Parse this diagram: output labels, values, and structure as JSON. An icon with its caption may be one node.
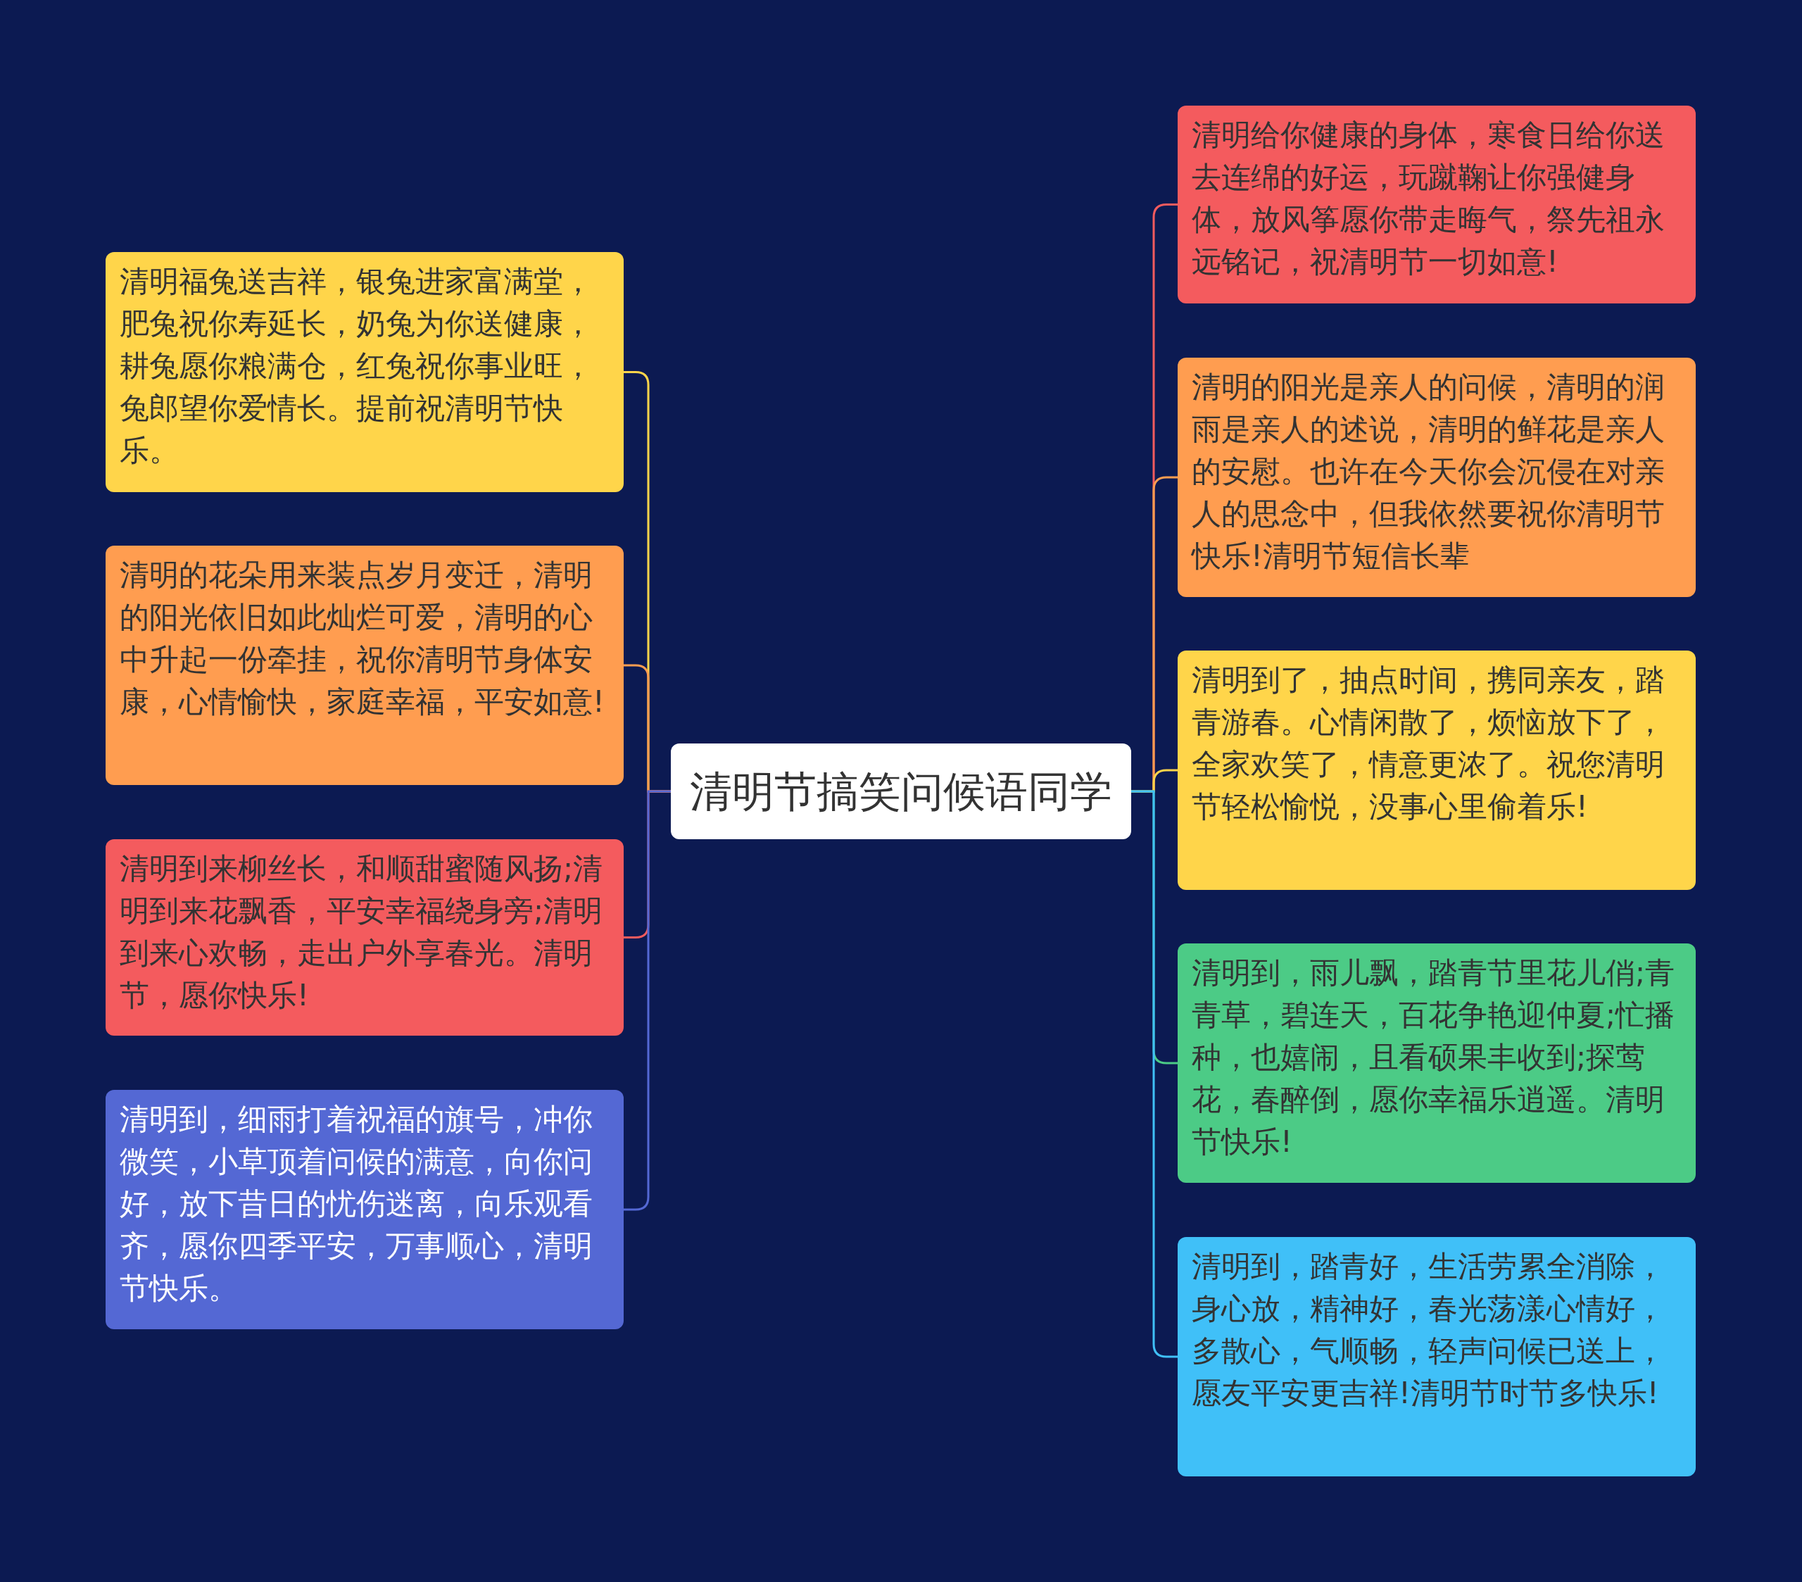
{
  "diagram": {
    "nodes": [
      {
        "text": [
          "清明节搞笑问候语同学"
        ]
      },
      {
        "text": [
          "清明福兔送吉祥，银兔进家富满堂，肥兔祝你寿延长，奶兔为你送健康，耕兔愿你粮满仓，红兔祝你事业旺，兔郎望你爱情长。提前祝清明节快乐。"
        ]
      },
      {
        "text": [
          "清明的花朵用来装点岁月变迁，清明的阳光依旧如此灿烂可爱，清明的心中升起一份牵挂，祝你清明节身体安康，心情愉快，家庭幸福，平安如意!"
        ]
      },
      {
        "text": [
          "清明到来柳丝长，和顺甜蜜随风扬;清明到来花飘香，平安幸福绕身旁;清明到来心欢畅，走出户外享春光。清明节，愿你快乐!"
        ]
      },
      {
        "text": [
          "清明到，细雨打着祝福的旗号，冲你微笑，小草顶着问候的满意，向你问好，放下昔日的忧伤迷离，向乐观看齐，愿你四季平安，万事顺心，清明节快乐。"
        ]
      },
      {
        "text": [
          "清明给你健康的身体，寒食日给你送去连绵的好运，玩蹴鞠让你强健身体，放风筝愿你带走晦气，祭先祖永远铭记，祝清明节一切如意!"
        ]
      },
      {
        "text": [
          "清明的阳光是亲人的问候，清明的润雨是亲人的述说，清明的鲜花是亲人的安慰。也许在今天你会沉侵在对亲人的思念中，但我依然要祝你清明节快乐!清明节短信长辈"
        ]
      },
      {
        "text": [
          "清明到了，抽点时间，携同亲友，踏青游春。心情闲散了，烦恼放下了，全家欢笑了，情意更浓了。祝您清明节轻松愉悦，没事心里偷着乐!"
        ]
      },
      {
        "text": [
          "清明到，雨儿飘，踏青节里花儿俏;青青草，碧连天，百花争艳迎仲夏;忙播种，也嬉闹，且看硕果丰收到;探莺花，春醉倒，愿你幸福乐逍遥。清明节快乐!"
        ]
      },
      {
        "text": [
          "清明到，踏青好，生活劳累全消除，身心放，精神好，春光荡漾心情好，多散心，气顺畅，轻声问候已送上，愿友平安更吉祥!清明节时节多快乐!"
        ]
      }
    ],
    "edges": [
      {
        "from": 0,
        "to": 1,
        "arrow": "none",
        "color": "#ffd54a"
      },
      {
        "from": 0,
        "to": 2,
        "arrow": "none",
        "color": "#ff9d50"
      },
      {
        "from": 0,
        "to": 3,
        "arrow": "none",
        "color": "#f45b5e"
      },
      {
        "from": 0,
        "to": 4,
        "arrow": "none",
        "color": "#5468d4"
      },
      {
        "from": 0,
        "to": 5,
        "arrow": "none",
        "color": "#f45b5e"
      },
      {
        "from": 0,
        "to": 6,
        "arrow": "none",
        "color": "#ff9d50"
      },
      {
        "from": 0,
        "to": 7,
        "arrow": "none",
        "color": "#ffd54a"
      },
      {
        "from": 0,
        "to": 8,
        "arrow": "none",
        "color": "#4ccb86"
      },
      {
        "from": 0,
        "to": 9,
        "arrow": "none",
        "color": "#40c0f8"
      }
    ]
  }
}
